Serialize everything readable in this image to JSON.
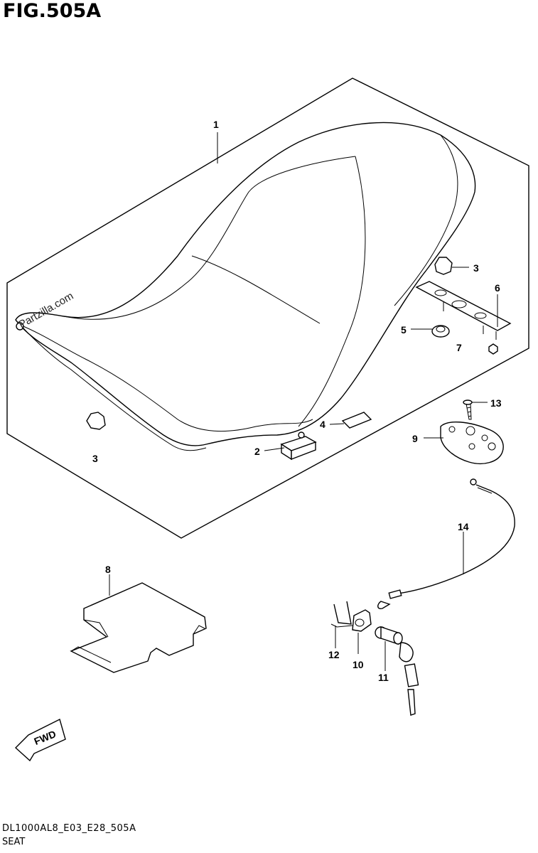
{
  "figure": {
    "title": "FIG.505A"
  },
  "watermark": "Partzilla.com",
  "fwd_label": "FWD",
  "callouts": [
    {
      "id": "c1",
      "label": "1"
    },
    {
      "id": "c2",
      "label": "2"
    },
    {
      "id": "c3a",
      "label": "3"
    },
    {
      "id": "c3b",
      "label": "3"
    },
    {
      "id": "c4",
      "label": "4"
    },
    {
      "id": "c5",
      "label": "5"
    },
    {
      "id": "c6",
      "label": "6"
    },
    {
      "id": "c7",
      "label": "7"
    },
    {
      "id": "c8",
      "label": "8"
    },
    {
      "id": "c9",
      "label": "9"
    },
    {
      "id": "c10",
      "label": "10"
    },
    {
      "id": "c11",
      "label": "11"
    },
    {
      "id": "c12",
      "label": "12"
    },
    {
      "id": "c13",
      "label": "13"
    },
    {
      "id": "c14",
      "label": "14"
    }
  ],
  "footer": {
    "code": "DL1000AL8_E03_E28_505A",
    "name": "SEAT"
  }
}
